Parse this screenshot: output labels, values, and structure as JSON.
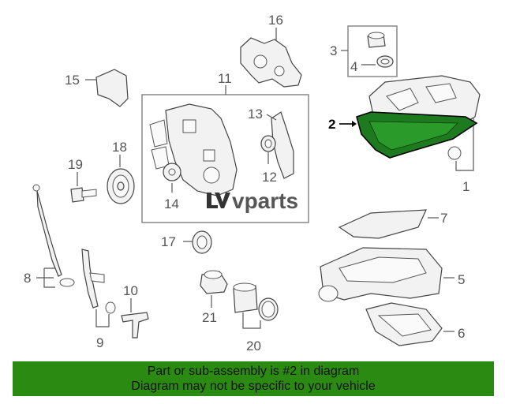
{
  "callouts": {
    "c1": "1",
    "c2": "2",
    "c3": "3",
    "c4": "4",
    "c5": "5",
    "c6": "6",
    "c7": "7",
    "c8": "8",
    "c9": "9",
    "c10": "10",
    "c11": "11",
    "c12": "12",
    "c13": "13",
    "c14": "14",
    "c15": "15",
    "c16": "16",
    "c17": "17",
    "c18": "18",
    "c19": "19",
    "c20": "20",
    "c21": "21"
  },
  "highlight_part": "2",
  "colors": {
    "highlight": "#1e7a1e",
    "banner": "#2b8a12"
  },
  "watermark": {
    "brand": "vparts",
    "logo": "lv-logo"
  },
  "banner": {
    "line1": "Part or sub-assembly is #2 in diagram",
    "line2": "Diagram may not be specific to your vehicle"
  }
}
